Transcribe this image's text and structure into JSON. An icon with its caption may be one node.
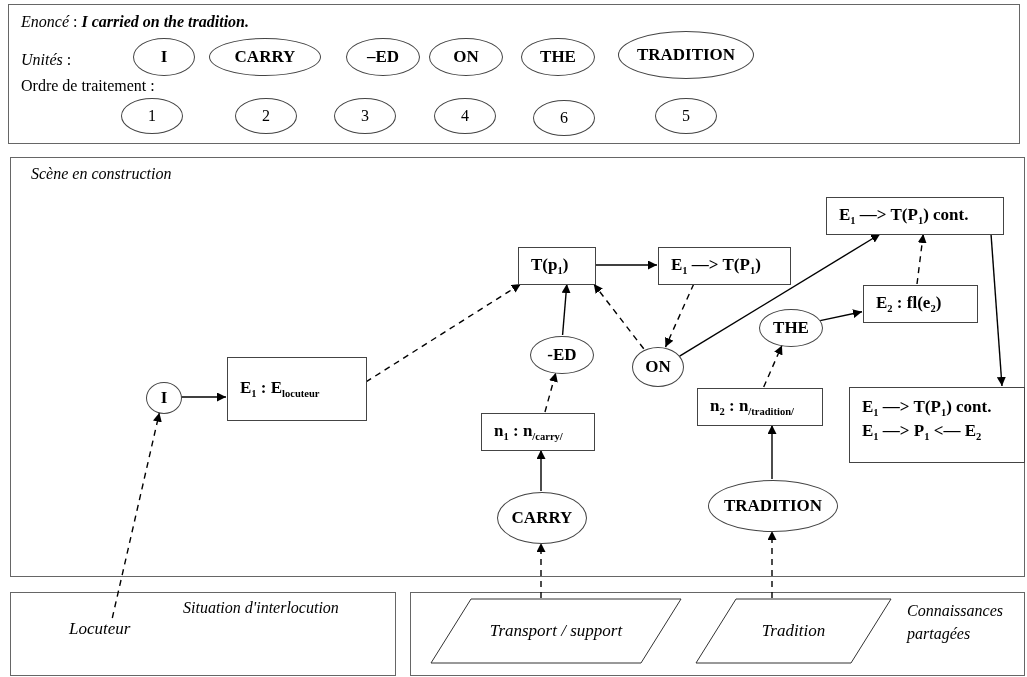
{
  "diagram": {
    "nodes": [
      {
        "text": [
          "*Enoncé* : **I carried on the tradition.**",
          "*Unités* :",
          "Ordre de traitement :"
        ]
      },
      {
        "text": [
          "I"
        ],
        "in": 0
      },
      {
        "text": [
          "CARRY"
        ],
        "in": 0
      },
      {
        "text": [
          "–ED"
        ],
        "in": 0
      },
      {
        "text": [
          "ON"
        ],
        "in": 0
      },
      {
        "text": [
          "THE"
        ],
        "in": 0
      },
      {
        "text": [
          "TRADITION"
        ],
        "in": 0
      },
      {
        "text": [
          "1"
        ],
        "in": 0
      },
      {
        "text": [
          "2"
        ],
        "in": 0
      },
      {
        "text": [
          "3"
        ],
        "in": 0
      },
      {
        "text": [
          "4"
        ],
        "in": 0
      },
      {
        "text": [
          "6"
        ],
        "in": 0
      },
      {
        "text": [
          "5"
        ],
        "in": 0
      },
      {
        "text": [
          "Scène en construction"
        ]
      },
      {
        "text": [
          "T(p$_{1}$)"
        ],
        "in": 13
      },
      {
        "text": [
          "E$_{1}$ —> T(P$_{1}$)"
        ],
        "in": 13
      },
      {
        "text": [
          "E$_{1}$ —> T(P$_{1}$) cont."
        ],
        "in": 13
      },
      {
        "text": [
          "I"
        ],
        "in": 13
      },
      {
        "text": [
          "E$_{1}$ : E$_{locuteur}$"
        ],
        "in": 13
      },
      {
        "text": [
          "-ED"
        ],
        "in": 13
      },
      {
        "text": [
          "ON"
        ],
        "in": 13
      },
      {
        "text": [
          "THE"
        ],
        "in": 13
      },
      {
        "text": [
          "E$_{2}$ : fl(e$_{2}$)"
        ],
        "in": 13
      },
      {
        "text": [
          "n$_{1}$ : n$_{/carry/}$"
        ],
        "in": 13
      },
      {
        "text": [
          "n$_{2}$ : n$_{/tradition/}$"
        ],
        "in": 13
      },
      {
        "text": [
          "E$_{1}$ —> T(P$_{1}$) cont.",
          "E$_{1}$ —> P$_{1}$ <— E$_{2}$"
        ],
        "in": 13
      },
      {
        "text": [
          "CARRY"
        ],
        "in": 13
      },
      {
        "text": [
          "TRADITION"
        ],
        "in": 13
      },
      {
        "text": [
          "Situation d'interlocution"
        ]
      },
      {
        "text": [
          "Locuteur"
        ],
        "in": 28
      },
      {
        "text": [
          "Connaissances partagées"
        ]
      },
      {
        "text": [
          "Transport / support"
        ],
        "in": 30
      },
      {
        "text": [
          "Tradition"
        ],
        "in": 30
      }
    ],
    "edges": [
      {
        "from": 29,
        "to": 17,
        "arrow": "to",
        "style": "dashed"
      },
      {
        "from": 17,
        "to": 18,
        "arrow": "to"
      },
      {
        "from": 18,
        "to": 14,
        "arrow": "to",
        "style": "dashed"
      },
      {
        "from": 19,
        "to": 14,
        "arrow": "to"
      },
      {
        "from": 20,
        "to": 14,
        "arrow": "to",
        "style": "dashed"
      },
      {
        "from": 14,
        "to": 15,
        "arrow": "to"
      },
      {
        "from": 15,
        "to": 20,
        "arrow": "to",
        "style": "dashed"
      },
      {
        "from": 20,
        "to": 16,
        "arrow": "to"
      },
      {
        "from": 22,
        "to": 16,
        "arrow": "to",
        "style": "dashed"
      },
      {
        "from": 21,
        "to": 22,
        "arrow": "to"
      },
      {
        "from": 16,
        "to": 25,
        "arrow": "to"
      },
      {
        "from": 24,
        "to": 21,
        "arrow": "to",
        "style": "dashed"
      },
      {
        "from": 23,
        "to": 19,
        "arrow": "to",
        "style": "dashed"
      },
      {
        "from": 26,
        "to": 23,
        "arrow": "to"
      },
      {
        "from": 27,
        "to": 24,
        "arrow": "to"
      },
      {
        "from": 31,
        "to": 26,
        "arrow": "to",
        "style": "dashed"
      },
      {
        "from": 32,
        "to": 27,
        "arrow": "to",
        "style": "dashed"
      }
    ]
  }
}
